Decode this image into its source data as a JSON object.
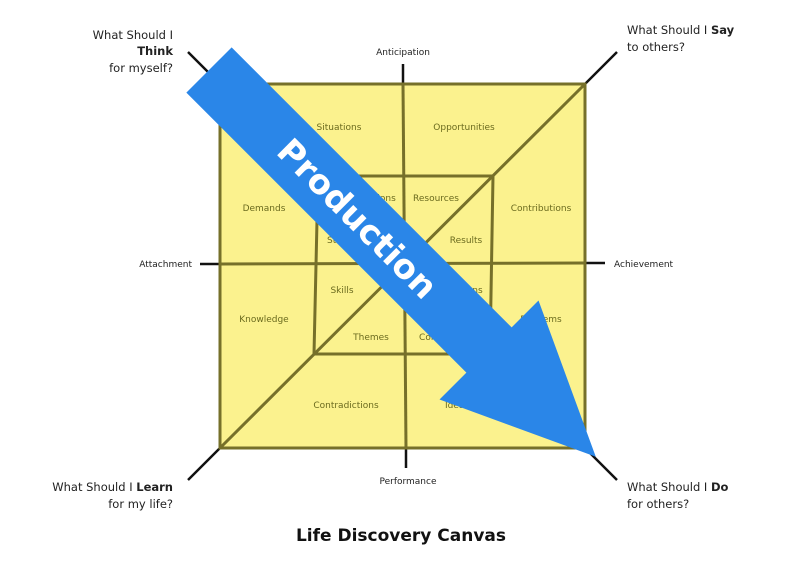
{
  "title": "Life Discovery Canvas",
  "axes": {
    "top": "Anticipation",
    "bottom": "Performance",
    "left": "Attachment",
    "right": "Achievement"
  },
  "corners": {
    "top_left": {
      "pre": "What Should I ",
      "bold": "Think",
      "line2": "for myself?"
    },
    "top_right": {
      "pre": "What Should I ",
      "bold": "Say",
      "line2": "to others?"
    },
    "bottom_left": {
      "pre": "What Should I ",
      "bold": "Learn",
      "line2": "for my life?"
    },
    "bottom_right": {
      "pre": "What Should I ",
      "bold": "Do",
      "line2": "for others?"
    }
  },
  "outer_labels": {
    "situations": "Situations",
    "opportunities": "Opportunities",
    "demands": "Demands",
    "contributions": "Contributions",
    "knowledge": "Knowledge",
    "problems": "Problems",
    "contradictions": "Contradictions",
    "ideas": "Ideas"
  },
  "inner_labels": {
    "conditions": "Conditions",
    "resources": "Resources",
    "strategies": "Strategies",
    "results": "Results",
    "skills": "Skills",
    "solutions": "Solutions",
    "themes": "Themes",
    "concepts": "Concepts"
  },
  "arrow": {
    "label": "Production",
    "color": "#2a86e8"
  },
  "colors": {
    "fill": "#fbf28e",
    "stroke": "#76702a",
    "label": "#6b6b1f"
  }
}
